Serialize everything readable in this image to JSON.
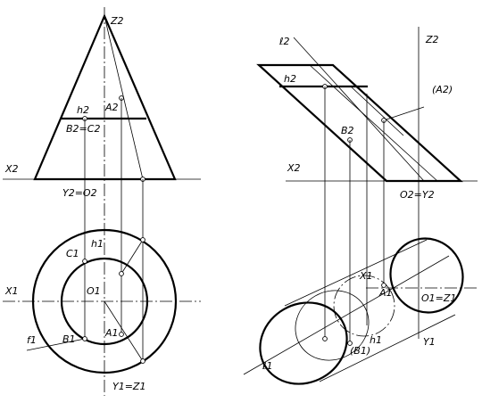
{
  "left_view": {
    "z_axis": "Z2",
    "x_axis": "X2",
    "h2": "h2",
    "a2": "A2",
    "b2c2": "B2=C2",
    "y2o2": "Y2=O2",
    "c1": "C1",
    "h1": "h1",
    "x1": "X1",
    "o1": "O1",
    "f1": "f1",
    "b1": "B1",
    "a1": "A1",
    "y1z1": "Y1=Z1"
  },
  "right_view": {
    "l2": "ℓ2",
    "z2": "Z2",
    "h2": "h2",
    "a2": "(A2)",
    "b2": "B2",
    "x2": "X2",
    "o2y2": "O2=Y2",
    "x1": "X1",
    "a1": "A1",
    "o1z1": "O1=Z1",
    "b1": "(B1)",
    "h1": "h1",
    "y1": "Y1",
    "l1": "ℓ1"
  }
}
